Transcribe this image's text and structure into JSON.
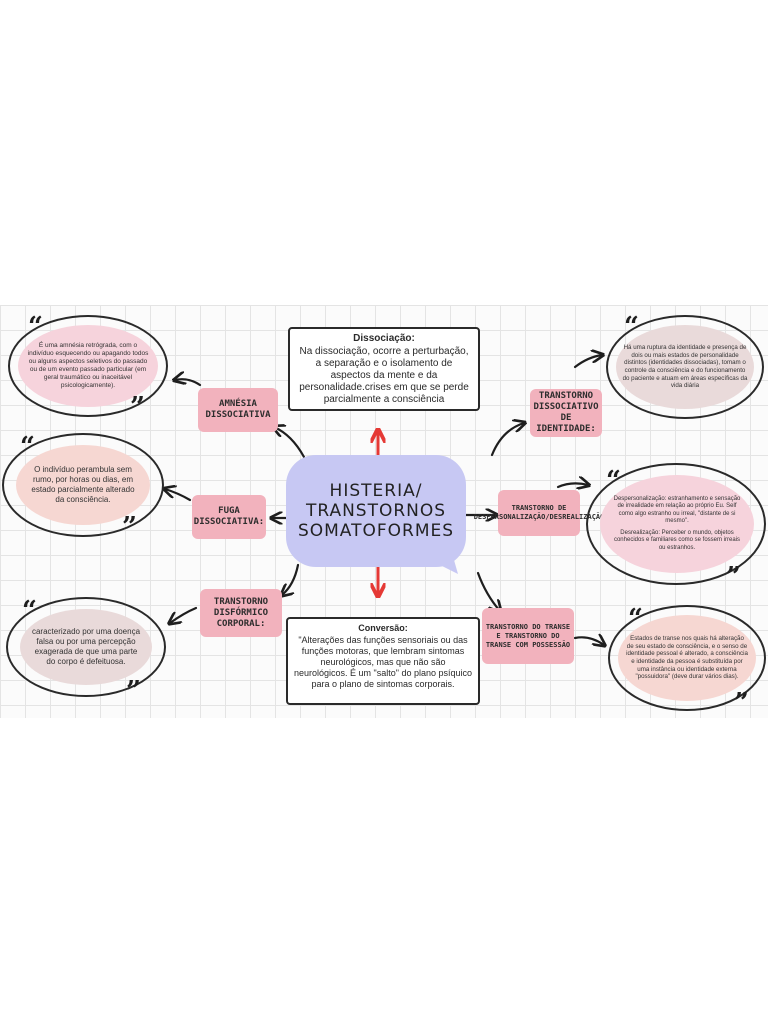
{
  "center": {
    "line1": "HISTERIA/",
    "line2": "TRANSTORNOS",
    "line3": "SOMATOFORMES"
  },
  "colors": {
    "center_fill": "#c7c8f3",
    "label_fill": "#f2b2bd",
    "bubble_pink": "#f6d3dc",
    "bubble_peach": "#f6d7d2",
    "bubble_mauve": "#e9dada",
    "accent_arrow": "#e53935",
    "grid": "#e4e4e4"
  },
  "labels": {
    "amnesia": "AMNÉSIA DISSOCIATIVA",
    "fuga": "FUGA DISSOCIATIVA:",
    "dismorfico": "TRANSTORNO DISFÓRMICO CORPORAL:",
    "identidade": "TRANSTORNO DISSOCIATIVO DE IDENTIDADE:",
    "despersonalizacao": "TRANSTORNO DE DESPERSONALIZAÇÃO/DESREALIZAÇÃO",
    "transe": "TRANSTORNO DO TRANSE E TRANSTORNO DO TRANSE COM POSSESSÃO"
  },
  "notes": {
    "dissociacao_title": "Dissociação:",
    "dissociacao_text": "Na dissociação, ocorre a perturbação, a separação e o isolamento de aspectos da mente e da personalidade.crises em que se perde parcialmente a consciência",
    "conversao_title": "Conversão:",
    "conversao_text": "\"Alterações das funções sensoriais ou das funções motoras, que lembram sintomas neurológicos, mas que não são neurológicos. É um \"salto\" do plano psíquico para o plano de sintomas corporais."
  },
  "bubbles": {
    "amnesia": "É uma amnésia retrógrada, com o indivíduo esquecendo ou apagando todos ou alguns aspectos seletivos do passado ou de um evento passado particular (em geral traumático ou inaceitável psicologicamente).",
    "fuga": "O indivíduo perambula sem rumo, por horas ou dias, em estado parcialmente alterado da consciência.",
    "dismorfico": "caracterizado por uma doença falsa ou por uma percepção exagerada de que uma parte do corpo é defeituosa.",
    "identidade": "Há uma ruptura da identidade e presença de dois ou mais estados de personalidade distintos (identidades dissociadas), tomam o controle da consciência e do funcionamento do paciente e atuam em áreas específicas da vida diária",
    "despersonalizacao_p1": "Despersonalização: estranhamento e sensação de irrealidade em relação ao próprio Eu. Self como algo estranho ou irreal, \"distante de si mesmo\".",
    "despersonalizacao_p2": "Desrealização: Perceber o mundo, objetos conhecidos e familiares como se fossem irreais ou estranhos.",
    "transe": "Estados de transe nos quais há alteração de seu estado de consciência, e o senso de identidade pessoal é alterado, a consciência e identidade da pessoa é substituída por uma instância ou identidade externa \"possuidora\" (deve durar vários dias)."
  },
  "quote_open": "“",
  "quote_close": "”"
}
